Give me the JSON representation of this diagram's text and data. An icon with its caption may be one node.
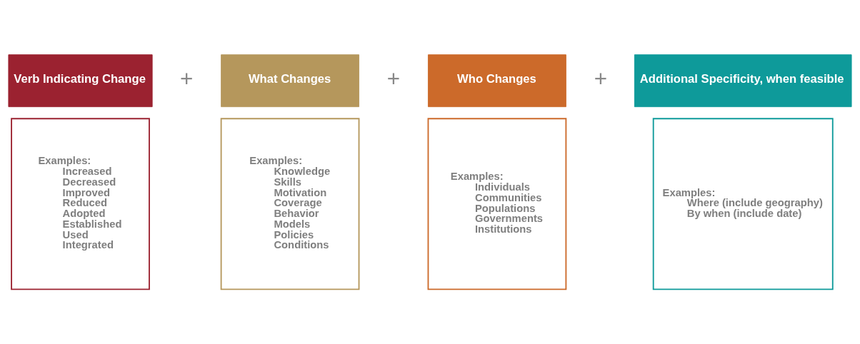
{
  "diagram": {
    "nodes": [
      {
        "text": [
          "Verb Indicating Change"
        ]
      },
      {
        "text": [
          "What Changes"
        ]
      },
      {
        "text": [
          "Who Changes"
        ]
      },
      {
        "text": [
          "Additional Specificity, when feasible"
        ]
      },
      {
        "text": [
          "Examples:",
          "Increased",
          "Decreased",
          "Improved",
          "Reduced",
          "Adopted",
          "Established",
          "Used",
          "Integrated"
        ]
      },
      {
        "text": [
          "Examples:",
          "Knowledge",
          "Skills",
          "Motivation",
          "Coverage",
          "Behavior",
          "Models",
          "Policies",
          "Conditions"
        ]
      },
      {
        "text": [
          "Examples:",
          "Individuals",
          "Communities",
          "Populations",
          "Governments",
          "Institutions"
        ]
      },
      {
        "text": [
          "Examples:",
          "Where (include geography)",
          "By when (include date)"
        ]
      }
    ],
    "edges": [],
    "labels": [
      "+",
      "+",
      "+"
    ]
  }
}
